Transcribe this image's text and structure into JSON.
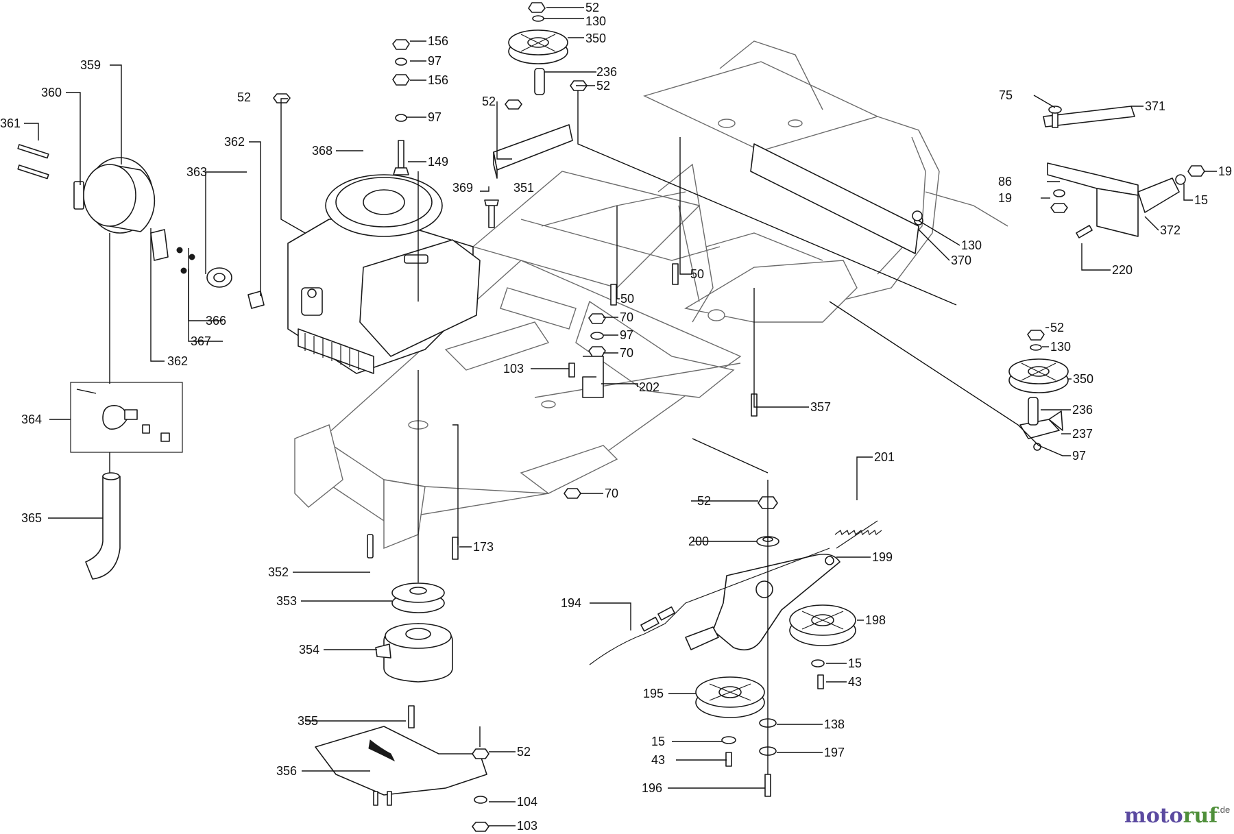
{
  "diagram": {
    "callouts": {
      "c52a": "52",
      "c130a": "130",
      "c350a": "350",
      "c156a": "156",
      "c97a": "97",
      "c156b": "156",
      "c236a": "236",
      "c52b": "52",
      "c52c": "52",
      "c52d": "52",
      "c97b": "97",
      "c149": "149",
      "c351": "351",
      "c369": "369",
      "c359": "359",
      "c360": "360",
      "c361": "361",
      "c362a": "362",
      "c368": "368",
      "c363": "363",
      "c366": "366",
      "c367": "367",
      "c362b": "362",
      "c75": "75",
      "c371": "371",
      "c19a": "19",
      "c86": "86",
      "c19b": "19",
      "c15a": "15",
      "c372": "372",
      "c130b": "130",
      "c370": "370",
      "c220": "220",
      "c50a": "50",
      "c50b": "50",
      "c70a": "70",
      "c97c": "97",
      "c70b": "70",
      "c103a": "103",
      "c202": "202",
      "c52e": "52",
      "c130c": "130",
      "c350b": "350",
      "c236b": "236",
      "c237": "237",
      "c97d": "97",
      "c357": "357",
      "c364": "364",
      "c365": "365",
      "c70c": "70",
      "c201": "201",
      "c52f": "52",
      "c200": "200",
      "c199": "199",
      "c173": "173",
      "c352": "352",
      "c353": "353",
      "c194": "194",
      "c198": "198",
      "c354": "354",
      "c15b": "15",
      "c43a": "43",
      "c195": "195",
      "c355": "355",
      "c138": "138",
      "c15c": "15",
      "c197": "197",
      "c43b": "43",
      "c356": "356",
      "c52g": "52",
      "c196": "196",
      "c104": "104",
      "c103b": "103"
    }
  },
  "watermark": {
    "part1": "moto",
    "part2": "ruf",
    "part3": ".de"
  }
}
